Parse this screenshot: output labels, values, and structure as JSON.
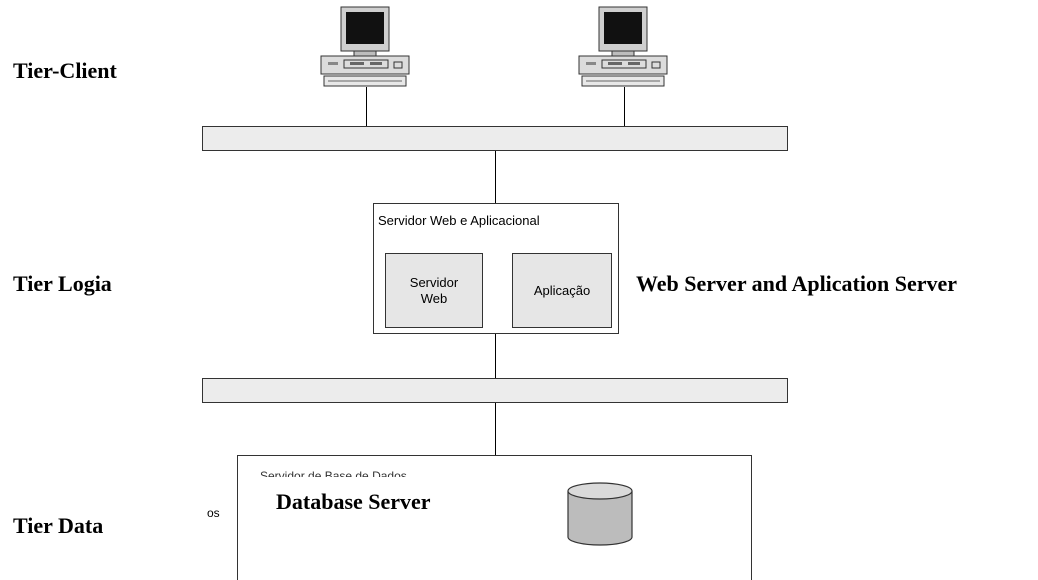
{
  "tiers": {
    "client": "Tier-Client",
    "logic": "Tier Logia",
    "data": "Tier Data"
  },
  "app_server": {
    "title": "Servidor Web e Aplicacional",
    "web_server_label": "Servidor\nWeb",
    "application_label": "Aplicação",
    "caption": "Web Server and Aplication Server"
  },
  "database": {
    "title_partial": "Servidor de Base de Dados",
    "side_fragment": "os",
    "caption": "Database Server",
    "icon": "database-cylinder-icon"
  },
  "icons": {
    "client_computer": "desktop-computer-icon"
  }
}
